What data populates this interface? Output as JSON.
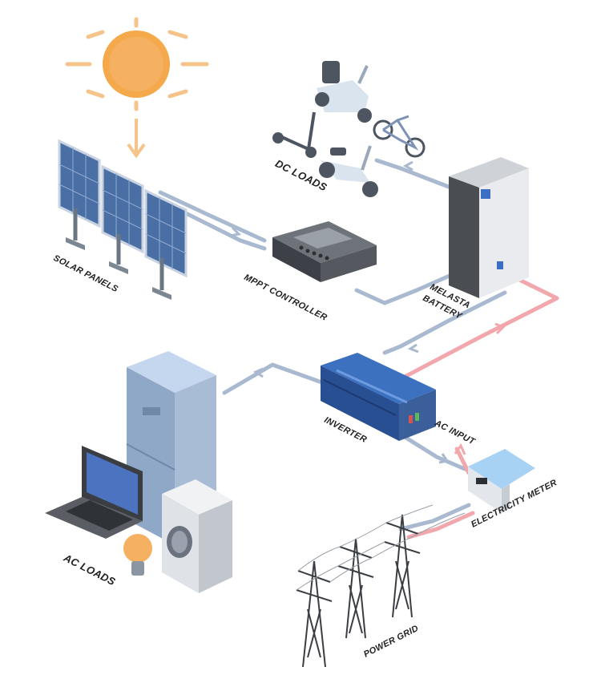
{
  "labels": {
    "solar_panels": "SOLAR PANELS",
    "mppt_controller": "MPPT CONTROLLER",
    "dc_loads": "DC LOADS",
    "battery_line1": "MELASTA",
    "battery_line2": "BATTERY",
    "inverter": "INVERTER",
    "ac_input": "AC INPUT",
    "electricity_meter": "ELECTRICITY METER",
    "ac_loads": "AC LOADS",
    "power_grid": "POWER GRID"
  },
  "colors": {
    "dc_line": "#a9b9d0",
    "ac_line": "#f2a7ad",
    "sun": "#f4a94b",
    "sun_rays": "#f6c48a",
    "panel": "#4a6fa5",
    "inverter": "#2f5ea8",
    "battery_front": "#e9ebee",
    "battery_side": "#4a4d52"
  }
}
